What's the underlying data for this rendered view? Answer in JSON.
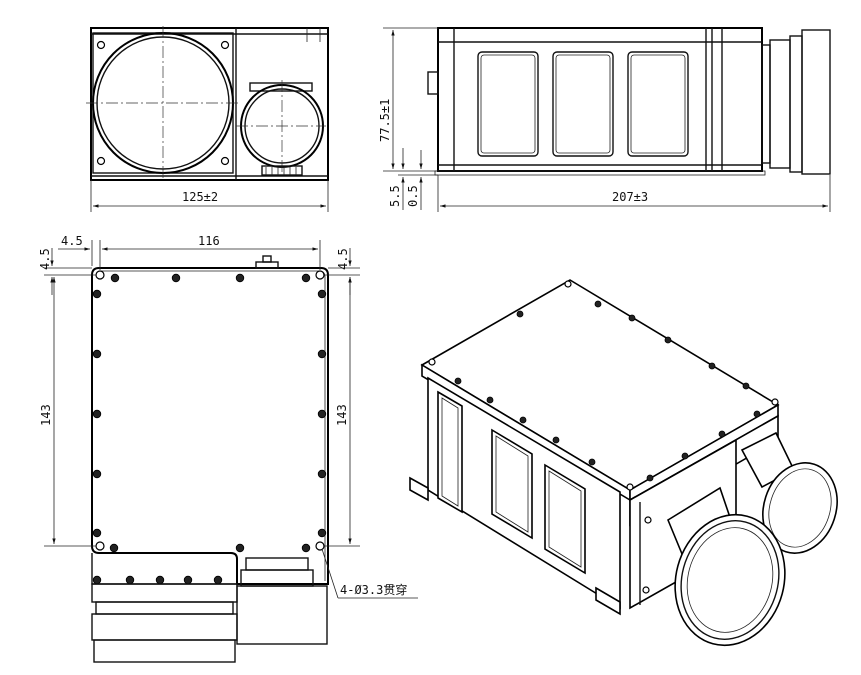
{
  "dimensions": {
    "front_width": "125±2",
    "side_height": "77.5±1",
    "side_length": "207±3",
    "side_base_offset": "5.5",
    "side_base_step": "0.5",
    "top_hole_spacing": "116",
    "top_edge_offset_left": "4.5",
    "top_edge_offset_top": "4.5",
    "top_edge_offset_right": "4.5",
    "top_hole_span_left": "143",
    "top_hole_span_right": "143",
    "hole_callout": "4-Ø3.3贯穿"
  }
}
